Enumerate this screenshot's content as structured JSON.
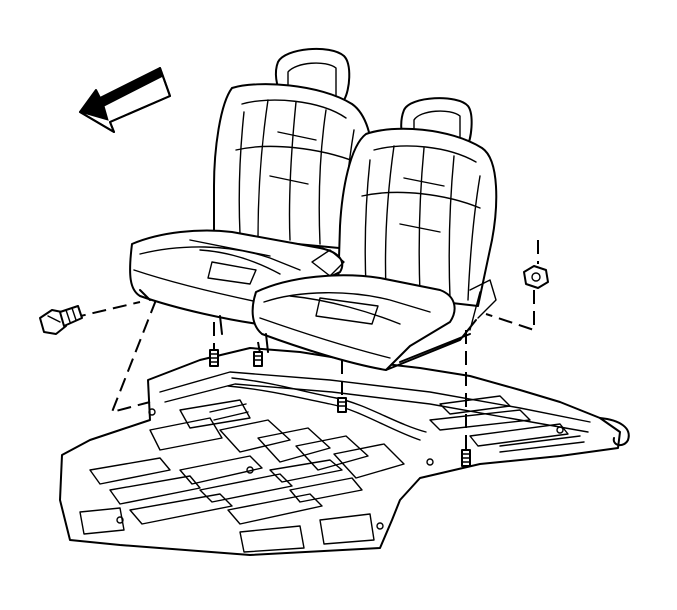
{
  "figure": {
    "kind": "exploded-view line drawing",
    "colors": {
      "ink": "#000000",
      "paper": "#ffffff"
    },
    "parts": [
      "rear-seat",
      "left-seat-backrest",
      "right-seat-backrest",
      "left-seat-cushion",
      "right-seat-cushion",
      "headrests",
      "mounting-bolt",
      "mounting-nut",
      "floor-studs",
      "vehicle-floor-pan",
      "front-direction-arrow"
    ]
  }
}
